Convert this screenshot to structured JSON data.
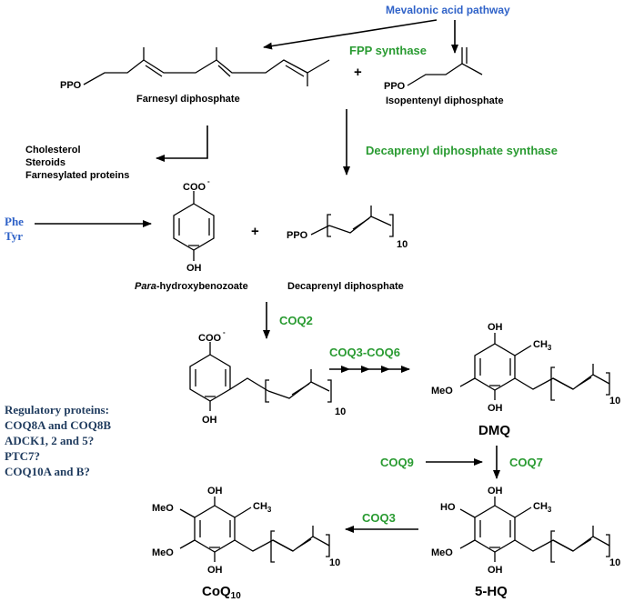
{
  "pathway": {
    "mevalonic": "Mevalonic acid pathway",
    "fpp_synthase": "FPP synthase",
    "plus": "+",
    "ppo": "PPO",
    "farnesyl": "Farnesyl diphosphate",
    "isopentenyl": "Isopentenyl diphosphate",
    "sterols": [
      "Cholesterol",
      "Steroids",
      "Farnesylated proteins"
    ],
    "decaprenyl_synthase": "Decaprenyl diphosphate synthase",
    "phe": "Phe",
    "tyr": "Tyr",
    "coo": "COO",
    "coo_sup": "-",
    "oh": "OH",
    "subscript_10": "10",
    "para_italic": "Para",
    "para_rest": "-hydroxybenozoate",
    "decaprenyl": "Decaprenyl diphosphate",
    "coq2": "COQ2",
    "coq3_6": "COQ3-COQ6",
    "ch3": "CH",
    "ch3_sub": "3",
    "meo": "MeO",
    "ho": "HO",
    "dmq": "DMQ",
    "coq9": "COQ9",
    "coq7": "COQ7",
    "coq3": "COQ3",
    "hq5": "5-HQ",
    "coq10_main": "CoQ",
    "coq10_sub": "10",
    "regulatory": [
      "Regulatory proteins:",
      "COQ8A and COQ8B",
      "ADCK1, 2 and 5?",
      "PTC7?",
      "COQ10A and B?"
    ]
  },
  "colors": {
    "enzyme_green": "#2a9b32",
    "pathway_blue": "#2f62c8",
    "regulatory_navy": "#1f3b5e"
  }
}
